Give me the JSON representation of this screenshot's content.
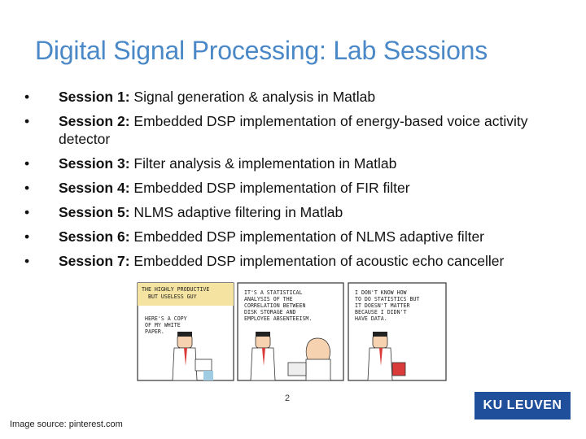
{
  "slide": {
    "title": "Digital Signal Processing: Lab Sessions",
    "bullets": [
      {
        "bullet": "•",
        "bold": "Session 1:",
        "text": " Signal generation & analysis in Matlab"
      },
      {
        "bullet": "•",
        "bold": "Session 2:",
        "text": " Embedded DSP implementation of energy-based voice activity detector"
      },
      {
        "bullet": "•",
        "bold": "Session 3:",
        "text": " Filter analysis & implementation in Matlab"
      },
      {
        "bullet": "•",
        "bold": "Session 4:",
        "text": " Embedded DSP implementation of FIR filter"
      },
      {
        "bullet": "•",
        "bold": "Session 5:",
        "text": " NLMS adaptive filtering in Matlab"
      },
      {
        "bullet": "•",
        "bold": "Session 6:",
        "text": " Embedded DSP implementation of NLMS adaptive filter"
      },
      {
        "bullet": "•",
        "bold": "Session 7:",
        "text": " Embedded DSP implementation of acoustic echo canceller"
      }
    ],
    "page_number": "2",
    "source": "Image source: pinterest.com",
    "logo": "KU LEUVEN"
  },
  "comic": {
    "panel1": {
      "caption": [
        "THE HIGHLY PRODUCTIVE",
        "BUT USELESS GUY"
      ],
      "speech": [
        "HERE'S A COPY",
        "OF MY WHITE",
        "PAPER."
      ]
    },
    "panel2": {
      "speech": [
        "IT'S A STATISTICAL",
        "ANALYSIS OF THE",
        "CORRELATION BETWEEN",
        "DISK STORAGE AND",
        "EMPLOYEE ABSENTEEISM."
      ]
    },
    "panel3": {
      "speech": [
        "I DON'T KNOW HOW",
        "TO DO STATISTICS BUT",
        "IT DOESN'T MATTER",
        "BECAUSE I DIDN'T",
        "HAVE DATA."
      ]
    }
  },
  "colors": {
    "title": "#4a88c7",
    "logo_bg": "#1f4e9a"
  }
}
